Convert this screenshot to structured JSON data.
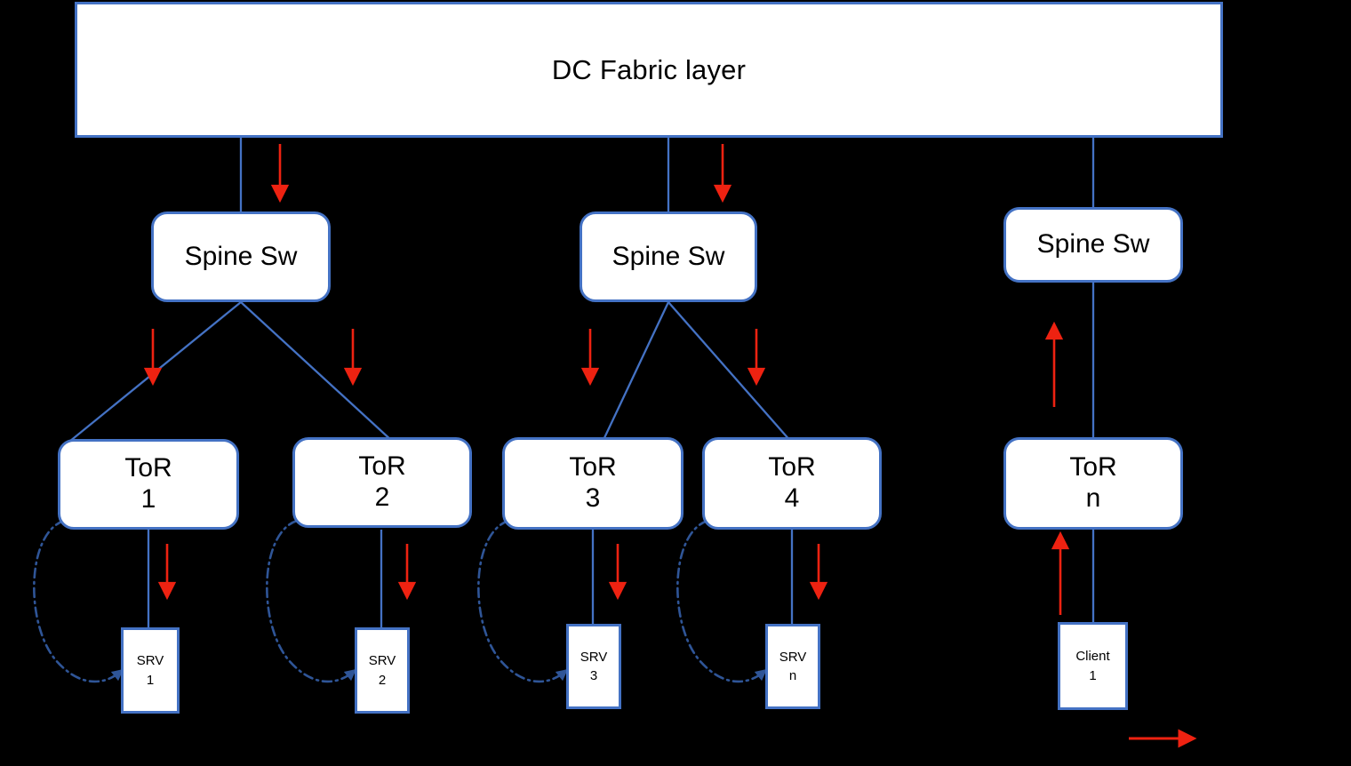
{
  "diagram": {
    "title": "DC Fabric layer",
    "background_color": "#000000",
    "box_fill": "#ffffff",
    "box_border_color": "#4472c4",
    "link_color": "#4472c4",
    "arrow_color": "#ee2211",
    "dashed_link_color": "#2f5597"
  },
  "fabric": {
    "label": "DC Fabric layer"
  },
  "spines": [
    {
      "id": "spine-1",
      "label": "Spine Sw"
    },
    {
      "id": "spine-2",
      "label": "Spine Sw"
    },
    {
      "id": "spine-n",
      "label": "Spine Sw"
    }
  ],
  "tors": [
    {
      "id": "tor-1",
      "line1": "ToR",
      "line2": "1"
    },
    {
      "id": "tor-2",
      "line1": "ToR",
      "line2": "2"
    },
    {
      "id": "tor-3",
      "line1": "ToR",
      "line2": "3"
    },
    {
      "id": "tor-4",
      "line1": "ToR",
      "line2": "4"
    },
    {
      "id": "tor-n",
      "line1": "ToR",
      "line2": "n"
    }
  ],
  "endpoints": [
    {
      "id": "srv-1",
      "line1": "SRV",
      "line2": "1"
    },
    {
      "id": "srv-2",
      "line1": "SRV",
      "line2": "2"
    },
    {
      "id": "srv-3",
      "line1": "SRV",
      "line2": "3"
    },
    {
      "id": "srv-n",
      "line1": "SRV",
      "line2": "n"
    },
    {
      "id": "client-1",
      "line1": "Client",
      "line2": "1"
    }
  ]
}
